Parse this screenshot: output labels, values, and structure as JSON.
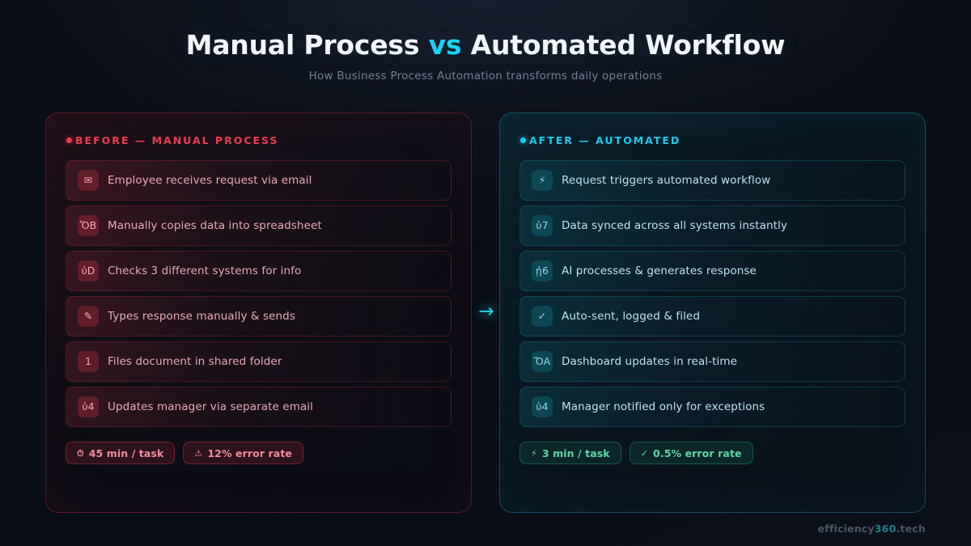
{
  "header": {
    "title_part1": "Manual Process ",
    "title_vs": "vs",
    "title_part2": " Automated Workflow",
    "subtitle": "How Business Process Automation transforms daily operations"
  },
  "colors": {
    "background": "#0b0f18",
    "accent_cyan": "#17d3f2",
    "before_red": "#ef3b4e",
    "after_cyan": "#14cdec",
    "stat_green": "#5fd7a8",
    "stat_red": "#f08d9c",
    "arrow": "#22d3ee"
  },
  "before_panel": {
    "heading": "BEFORE — MANUAL PROCESS",
    "bullet_icon": "dot-icon",
    "steps": [
      {
        "icon": "email-icon",
        "glyph": "✉",
        "label": "Employee receives request via email"
      },
      {
        "icon": "clipboard-icon",
        "glyph": "ὌB",
        "label": "Manually copies data into spreadsheet"
      },
      {
        "icon": "magnifier-icon",
        "glyph": "ὐD",
        "label": "Checks 3 different systems for info"
      },
      {
        "icon": "pencil-icon",
        "glyph": "✎",
        "label": "Types response manually & sends"
      },
      {
        "icon": "folder-icon",
        "glyph": "὜1",
        "label": "Files document in shared folder"
      },
      {
        "icon": "alert-badge-icon",
        "glyph": "ὑ4",
        "label": "Updates manager via separate email"
      }
    ],
    "stats": [
      {
        "icon": "stopwatch-icon",
        "glyph": "⏱",
        "label": "45 min / task"
      },
      {
        "icon": "warning-icon",
        "glyph": "⚠",
        "label": "12% error rate"
      }
    ]
  },
  "after_panel": {
    "heading": "AFTER — AUTOMATED",
    "bullet_icon": "dot-icon",
    "steps": [
      {
        "icon": "lightning-icon",
        "glyph": "⚡",
        "label": "Request triggers automated workflow"
      },
      {
        "icon": "link-sync-icon",
        "glyph": "ὑ7",
        "label": "Data synced across all systems instantly"
      },
      {
        "icon": "robot-icon",
        "glyph": "ᾑ6",
        "label": "AI processes & generates response"
      },
      {
        "icon": "check-send-icon",
        "glyph": "✓",
        "label": "Auto-sent, logged & filed"
      },
      {
        "icon": "bar-chart-icon",
        "glyph": "ὌA",
        "label": "Dashboard updates in real-time"
      },
      {
        "icon": "bell-alert-icon",
        "glyph": "ὑ4",
        "label": "Manager notified only for exceptions"
      }
    ],
    "stats": [
      {
        "icon": "lightning-icon",
        "glyph": "⚡",
        "label": "3 min / task"
      },
      {
        "icon": "check-icon",
        "glyph": "✓",
        "label": "0.5% error rate"
      }
    ]
  },
  "center": {
    "arrow_icon": "arrow-right-icon",
    "arrow_glyph": "→"
  },
  "footer": {
    "brand_prefix": "efficiency",
    "brand_accent": "360",
    "brand_suffix": ".tech"
  }
}
